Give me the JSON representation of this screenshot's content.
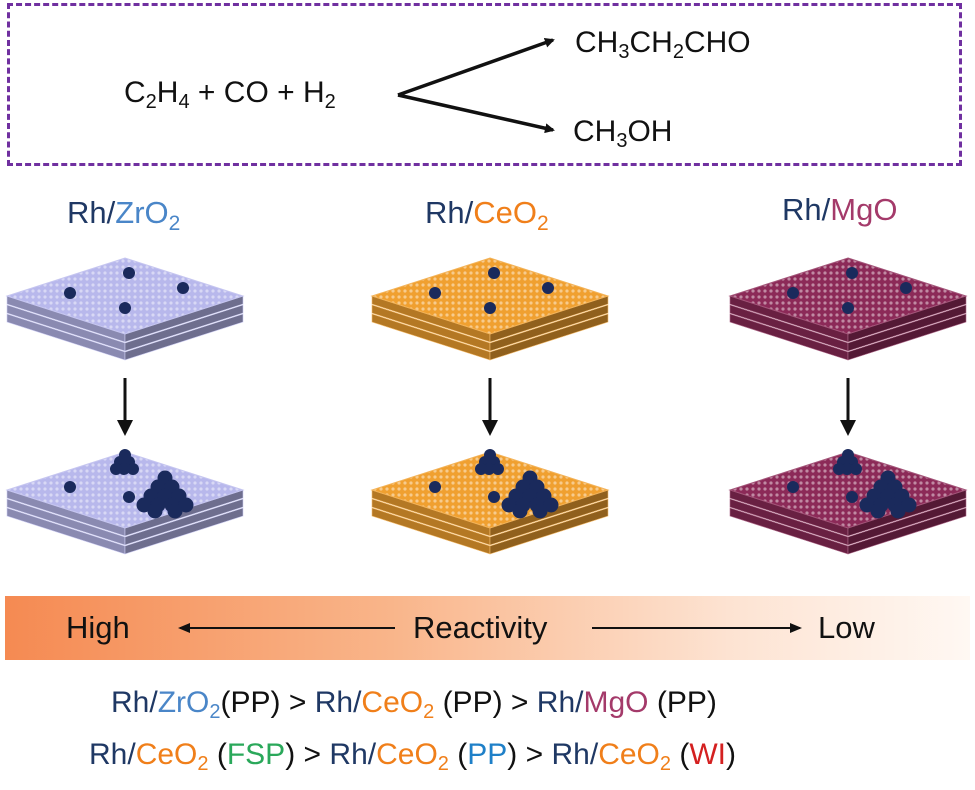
{
  "reaction": {
    "reactants": "C2H4 + CO + H2",
    "product_1": "CH3CH2CHO",
    "product_2": "CH3OH"
  },
  "catalysts": [
    {
      "metal": "Rh",
      "slash": "/",
      "support": "ZrO2",
      "support_color": "#4a86c8",
      "surface_color": "#b8b8ec"
    },
    {
      "metal": "Rh",
      "slash": "/",
      "support": "CeO2",
      "support_color": "#f07f1a",
      "surface_color": "#f0a030"
    },
    {
      "metal": "Rh",
      "slash": "/",
      "support": "MgO",
      "support_color": "#a43a6a",
      "surface_color": "#8c2a58"
    }
  ],
  "reactivity": {
    "high_label": "High",
    "center_label": "Reactivity",
    "low_label": "Low"
  },
  "ranking_1": {
    "a_metal": "Rh",
    "a_support": "ZrO2",
    "a_method": "(PP)",
    "gt1": ">",
    "b_metal": "Rh",
    "b_support": "CeO2",
    "b_method": "(PP)",
    "gt2": ">",
    "c_metal": "Rh",
    "c_support": "MgO",
    "c_method": "(PP)"
  },
  "ranking_2": {
    "a_metal": "Rh",
    "a_support": "CeO2",
    "a_method": "FSP",
    "gt1": ">",
    "b_metal": "Rh",
    "b_support": "CeO2",
    "b_method": "PP",
    "gt2": ">",
    "c_metal": "Rh",
    "c_support": "CeO2",
    "c_method": "WI"
  },
  "colors": {
    "reaction_border": "#7030a0",
    "rh_particle": "#1a2a5c",
    "arrow": "#111111"
  }
}
